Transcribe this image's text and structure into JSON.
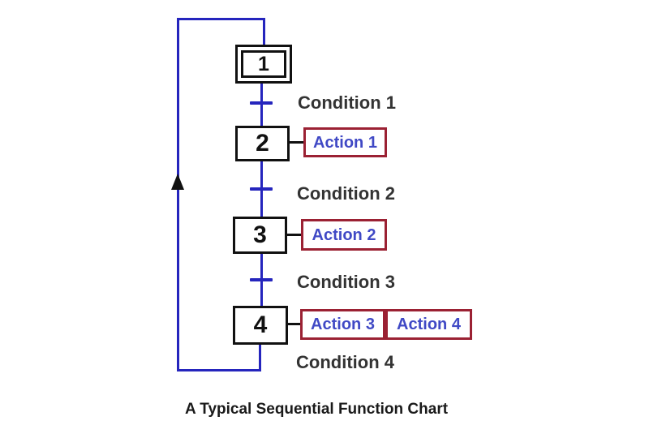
{
  "title": "A Typical Sequential Function Chart",
  "colors": {
    "flow_line_blue": "#2525bd",
    "step_border_black": "#111111",
    "action_border_red": "#9b2133",
    "action_text_blue": "#4049c5",
    "condition_text": "#333333",
    "background": "#ffffff"
  },
  "steps": [
    {
      "label": "1",
      "type": "initial-step"
    },
    {
      "label": "2",
      "type": "step"
    },
    {
      "label": "3",
      "type": "step"
    },
    {
      "label": "4",
      "type": "step"
    }
  ],
  "transitions": [
    {
      "label": "Condition 1"
    },
    {
      "label": "Condition 2"
    },
    {
      "label": "Condition 3"
    },
    {
      "label": "Condition 4"
    }
  ],
  "actions": [
    {
      "label": "Action 1",
      "step": "2"
    },
    {
      "label": "Action 2",
      "step": "3"
    },
    {
      "label": "Action 3",
      "step": "4"
    },
    {
      "label": "Action 4",
      "step": "4"
    }
  ]
}
